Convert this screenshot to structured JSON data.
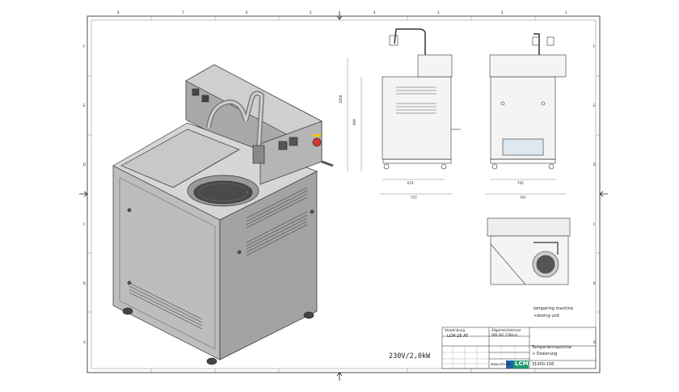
{
  "border": {
    "top_marks": [
      "8",
      "7",
      "6",
      "5",
      "4",
      "3",
      "2",
      "1"
    ],
    "side_marks": [
      "F",
      "E",
      "D",
      "C",
      "B",
      "A"
    ]
  },
  "title_block": {
    "label_verwendung": "Verwendung",
    "value_verwendung": "LCM 25 AT",
    "label_allgemeintoleranz": "Allgemeintoleranz",
    "value_allgemeintoleranz": "DIN ISO 2768-m",
    "title_de_line1": "Temperiermaschine",
    "title_de_line2": "+ Dosierung",
    "title_en_line1": "tempering machine",
    "title_en_line2": "+dosing unit",
    "drawing_number": "31000-106",
    "logo_text": "LCM",
    "website": "www.lcm.de"
  },
  "power_label": "230V/2,0kW",
  "dimensions": {
    "height_total": "1009",
    "height_body": "909",
    "depth_inner": "674",
    "depth_outer": "757",
    "width_inner": "705",
    "width_outer": "797"
  },
  "colors": {
    "line": "#222222",
    "steel": "#bdbdbd",
    "steel_dark": "#8c8c8c",
    "emergency_red": "#d23a2a",
    "emergency_yellow": "#f2c200",
    "logo_green": "#1e9a6a",
    "logo_blue": "#1f5fa8"
  }
}
